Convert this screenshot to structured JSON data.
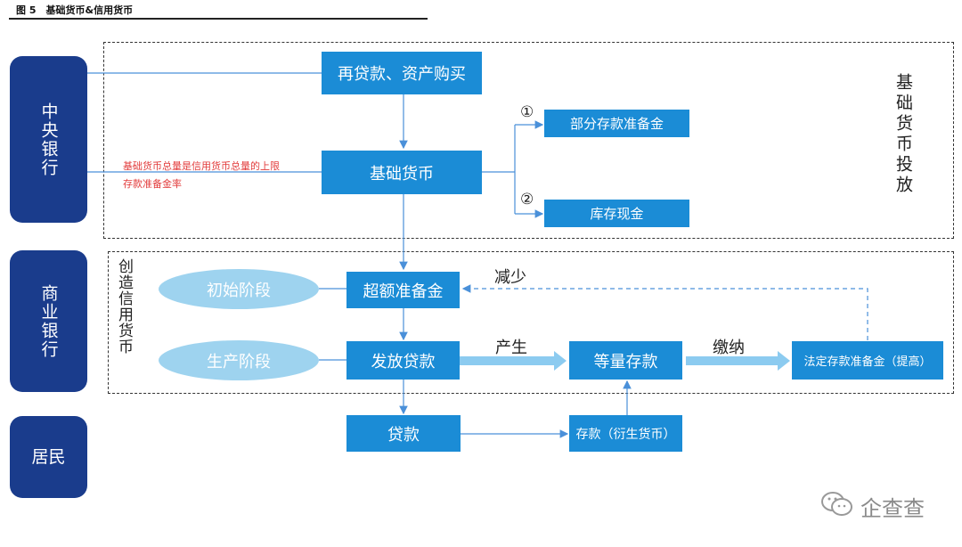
{
  "header": {
    "title": "图 5　基础货币&信用货币"
  },
  "sides": {
    "central_bank": "中央银行",
    "commercial_bank": "商业银行",
    "residents": "居民"
  },
  "top_section": {
    "label": "基础货币投放",
    "relending": "再贷款、资产购买",
    "base_money": "基础货币",
    "note_line1": "基础货币总量是信用货币总量的上限",
    "note_line2": "存款准备金率",
    "marker1": "①",
    "marker2": "②",
    "partial_reserve": "部分存款准备金",
    "vault_cash": "库存现金"
  },
  "credit_section": {
    "label": "创造信用货币",
    "initial_stage": "初始阶段",
    "production_stage": "生产阶段",
    "excess_reserve": "超额准备金",
    "issue_loans": "发放贷款",
    "equal_deposits": "等量存款",
    "legal_reserve": "法定存款准备金（提高）",
    "reduce": "减少",
    "produce": "产生",
    "pay": "缴纳"
  },
  "resident_section": {
    "loans": "贷款",
    "deposits": "存款（衍生货币）"
  },
  "watermark": {
    "text": "企查查"
  },
  "colors": {
    "side_blue": "#1a3c8c",
    "box_blue": "#1b8cd6",
    "oval_blue": "#9ed3ef",
    "arrow_blue": "#4a90d9",
    "note_red": "#e23b3b"
  }
}
